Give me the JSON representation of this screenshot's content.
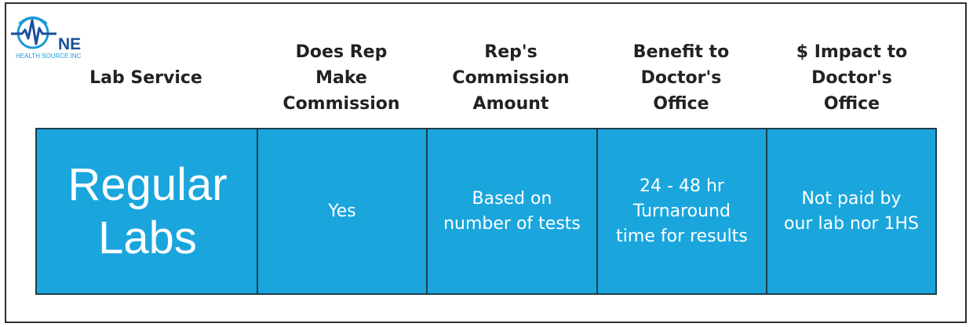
{
  "logo": {
    "name_ne": "NE",
    "subtitle": "HEALTH SOURCE INC",
    "colors": {
      "primary": "#1a4f9a",
      "accent": "#1a9ad9"
    }
  },
  "headers": [
    "Lab Service",
    "Does Rep\nMake\nCommission",
    "Rep's\nCommission\nAmount",
    "Benefit to\nDoctor's\nOffice",
    "$ Impact to\nDoctor's\nOffice"
  ],
  "row": {
    "service": "Regular\nLabs",
    "rep_makes_commission": "Yes",
    "commission_amount": "Based on\nnumber of tests",
    "benefit": "24 - 48 hr\nTurnaround\ntime for results",
    "impact": "Not paid by\nour lab nor 1HS"
  },
  "colors": {
    "cell_fill": "#1aa6dd",
    "border": "#1f3d4d"
  }
}
